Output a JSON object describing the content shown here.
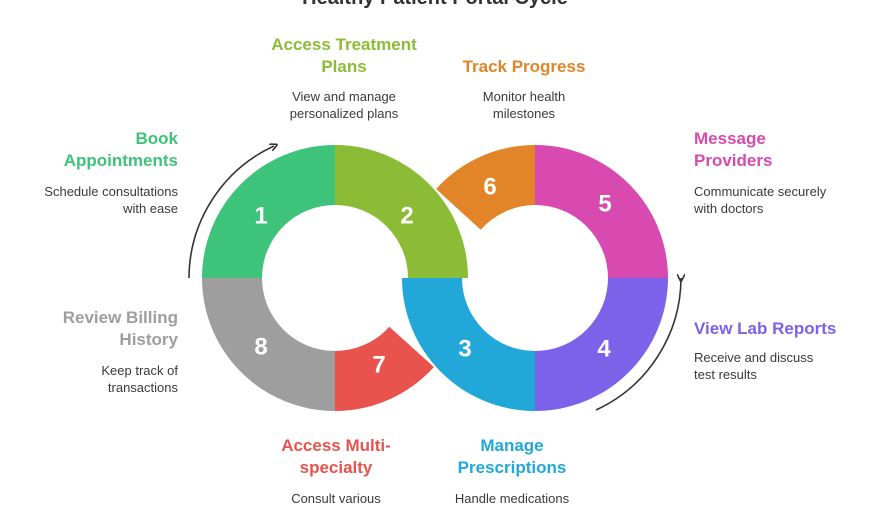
{
  "title": "Healthy Patient Portal Cycle",
  "colors": {
    "step1": "#3ec47a",
    "step2": "#8cbc35",
    "step3": "#22a8d8",
    "step4": "#7b62e8",
    "step5": "#d84ab0",
    "step6": "#e28528",
    "step7": "#e8544d",
    "step8": "#9e9e9e"
  },
  "steps": [
    {
      "number": "1",
      "title_lines": [
        "Book",
        "Appointments"
      ],
      "desc_lines": [
        "Schedule consultations",
        "with ease"
      ],
      "color": "#3ec47a"
    },
    {
      "number": "2",
      "title_lines": [
        "Access Treatment",
        "Plans"
      ],
      "desc_lines": [
        "View and manage",
        "personalized plans"
      ],
      "color": "#8cbc35"
    },
    {
      "number": "3",
      "title_lines": [
        "Manage",
        "Prescriptions"
      ],
      "desc_lines": [
        "Handle medications"
      ],
      "color": "#22a8d8"
    },
    {
      "number": "4",
      "title_lines": [
        "View Lab Reports"
      ],
      "desc_lines": [
        "Receive and discuss",
        "test results"
      ],
      "color": "#7b62e8"
    },
    {
      "number": "5",
      "title_lines": [
        "Message",
        "Providers"
      ],
      "desc_lines": [
        "Communicate securely",
        "with doctors"
      ],
      "color": "#d84ab0"
    },
    {
      "number": "6",
      "title_lines": [
        "Track Progress"
      ],
      "desc_lines": [
        "Monitor health",
        "milestones"
      ],
      "color": "#e28528"
    },
    {
      "number": "7",
      "title_lines": [
        "Access Multi-",
        "specialty"
      ],
      "desc_lines": [
        "Consult various"
      ],
      "color": "#e8544d"
    },
    {
      "number": "8",
      "title_lines": [
        "Review Billing",
        "History"
      ],
      "desc_lines": [
        "Keep track of",
        "transactions"
      ],
      "color": "#9e9e9e"
    }
  ]
}
